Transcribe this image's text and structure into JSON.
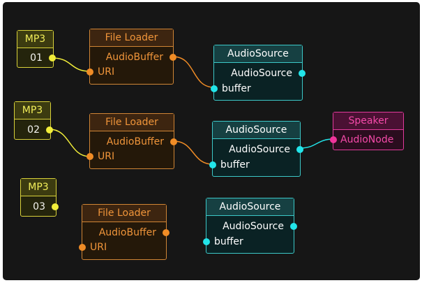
{
  "colors": {
    "mp3_wire": "#f2ee3a",
    "loader_wire": "#f08c26",
    "source_wire": "#22e5ea"
  },
  "mp3_nodes": [
    {
      "title": "MP3",
      "value": "01"
    },
    {
      "title": "MP3",
      "value": "02"
    },
    {
      "title": "MP3",
      "value": "03"
    }
  ],
  "loader_nodes": [
    {
      "title": "File Loader",
      "output": "AudioBuffer",
      "input": "URI"
    },
    {
      "title": "File Loader",
      "output": "AudioBuffer",
      "input": "URI"
    },
    {
      "title": "File Loader",
      "output": "AudioBuffer",
      "input": "URI"
    }
  ],
  "source_nodes": [
    {
      "title": "AudioSource",
      "output": "AudioSource",
      "input": "buffer"
    },
    {
      "title": "AudioSource",
      "output": "AudioSource",
      "input": "buffer"
    },
    {
      "title": "AudioSource",
      "output": "AudioSource",
      "input": "buffer"
    }
  ],
  "speaker_node": {
    "title": "Speaker",
    "input": "AudioNode"
  }
}
